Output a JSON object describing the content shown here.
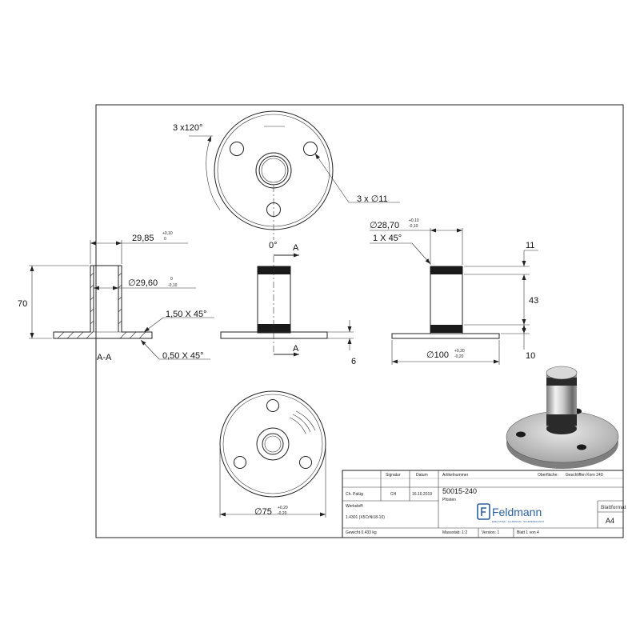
{
  "dimensions": {
    "angle_3x120": "3 x120°",
    "holes_3x11": "3 x ∅11",
    "d_28_70": "∅28,70",
    "d_28_70_tol_up": "+0,10",
    "d_28_70_tol_lo": "-0,10",
    "chamfer_1x45": "1 X 45°",
    "d_29_85": "29,85",
    "d_29_85_tol_up": "+0,10",
    "d_29_85_tol_lo": "0",
    "d_29_60": "∅29,60",
    "d_29_60_tol_up": "0",
    "d_29_60_tol_lo": "-0,10",
    "h_70": "70",
    "chamfer_1_50": "1,50 X 45°",
    "chamfer_0_50": "0,50 X 45°",
    "section_label": "A-A",
    "angle_0": "0°",
    "cut_a_top": "A",
    "cut_a_bottom": "A",
    "h_11": "11",
    "h_43": "43",
    "h_10": "10",
    "h_6": "6",
    "d_100": "∅100",
    "d_100_tol_up": "+0,20",
    "d_100_tol_lo": "-0,20",
    "d_75": "∅75",
    "d_75_tol_up": "+0,20",
    "d_75_tol_lo": "-0,20"
  },
  "title_block": {
    "h_signatur": "Signatur",
    "h_datum": "Datum",
    "h_artikelnummer": "Artikelnummer",
    "h_oberflaeche": "Oberfläche:",
    "oberflaeche_value": "Geschliffen Korn 240",
    "name": "Ch. Palüg",
    "signatur": "CH",
    "datum": "16.10.2019",
    "artikelnummer": "50015-240",
    "h_werkstoff": "Werkstoff:",
    "werkstoff": "1.4301 (X5CrNi18-10)",
    "h_bezeichnung": "Pfosten",
    "brand": "Feldmann",
    "brand_sub": "EDELSTAHL · ALUMINIUM · SCHMIEDEKUNST",
    "h_blattformat": "Blattformat",
    "blattformat": "A4",
    "gewicht": "Gewicht 0.433 kg",
    "massstab": "Massstab: 1:2",
    "version": "Version: 1",
    "blatt": "Blatt 1 von 4"
  }
}
